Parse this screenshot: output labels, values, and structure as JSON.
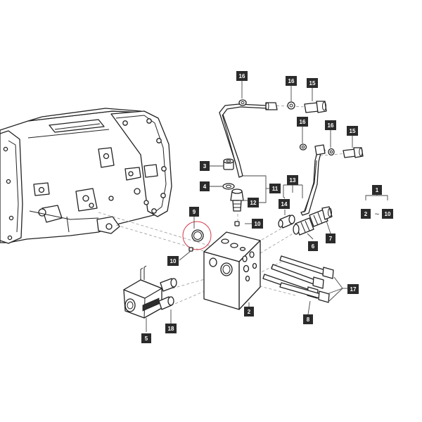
{
  "callouts": {
    "c1": "1",
    "c2": "2",
    "c3": "3",
    "c4": "4",
    "c5": "5",
    "c6": "6",
    "c7": "7",
    "c8": "8",
    "c9": "9",
    "c10a": "10",
    "c10b": "10",
    "c10c": "10",
    "c11": "11",
    "c12": "12",
    "c13": "13",
    "c14": "14",
    "c15a": "15",
    "c15b": "15",
    "c16a": "16",
    "c16b": "16",
    "c16c": "16",
    "c16d": "16",
    "c17": "17",
    "c18": "18"
  },
  "legend": {
    "range_start": "2",
    "range_sep": "~",
    "range_end": "10"
  },
  "colors": {
    "callout_background": "#2b2b2b",
    "callout_text": "#ffffff",
    "line": "#222222",
    "highlight_circle": "#d23a4a"
  }
}
